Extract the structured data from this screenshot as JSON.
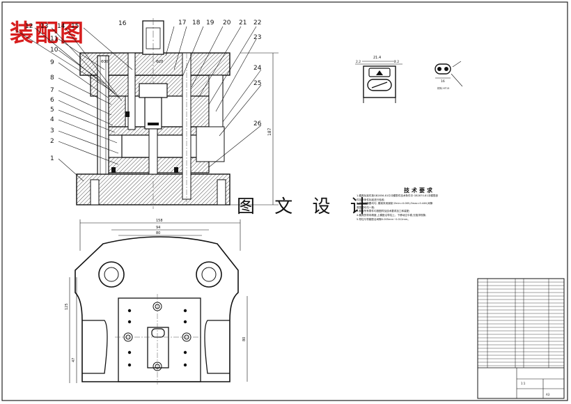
{
  "title": "装配图",
  "watermark": "图 文 设 计",
  "callouts_left": [
    "12",
    "13",
    "14",
    "15",
    "16",
    "11",
    "10",
    "9",
    "8",
    "7",
    "6",
    "5",
    "4",
    "3",
    "2",
    "1"
  ],
  "callouts_top": [
    "17",
    "18",
    "19",
    "20",
    "21",
    "22",
    "23"
  ],
  "callouts_right": [
    "24",
    "25",
    "26"
  ],
  "dimensions": {
    "height": "187",
    "plan_width": "158",
    "plan_inner": "94",
    "plan_inner2": "80",
    "plan_left_upper": "125",
    "plan_left_lower": "47",
    "plan_right": "80",
    "part_width": "21.4",
    "part_gap_left": "2.2",
    "part_gap_right": "2.2",
    "part2_width": "16",
    "part2_note": "材料 HT15"
  },
  "tech_requirements": {
    "heading": "技术要求",
    "lines": [
      "1.模具标准件按GB2856-81中冲模零件技术条件中 GB2870-81冲模零部",
      "件技术条件标准进行验收;",
      "2.冲裁间隙要均匀, 模架采用钢制 Zmin=0.085,Zmax=0.446,间隙",
      "周围要均匀一致;",
      "3.模具所有零件均按图样及技术要求加工和装配;",
      "4.模具的导向精度,上模座沿导柱上、下移动应平稳,无阻滞现象;",
      "5.导柱与导套配合间隙0.005mm~0.012mm。"
    ]
  },
  "title_block": {
    "scale": "1:1",
    "sheet": "A3"
  }
}
